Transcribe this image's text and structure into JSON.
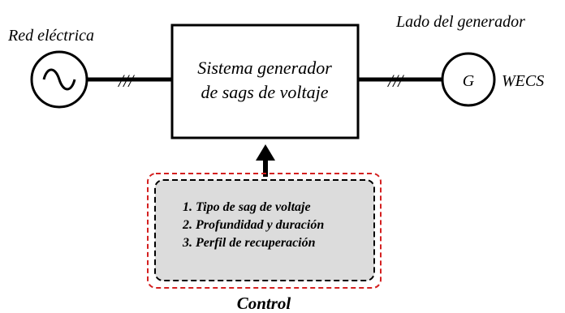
{
  "labels": {
    "grid": "Red eléctrica",
    "generator_side": "Lado del generador",
    "wecs": "WECS",
    "generator_symbol": "G",
    "hash_marks_left": "///",
    "hash_marks_right": "///",
    "system_box_line1": "Sistema generador",
    "system_box_line2": "de sags de voltaje",
    "control": "Control"
  },
  "control_items": [
    "1. Tipo de sag de voltaje",
    "2. Profundidad y duración",
    "3. Perfil de recuperación"
  ],
  "colors": {
    "line": "#000000",
    "outer_dashed_border": "#d42020",
    "inner_dashed_border": "#000000",
    "control_fill": "#dcdcdc"
  }
}
